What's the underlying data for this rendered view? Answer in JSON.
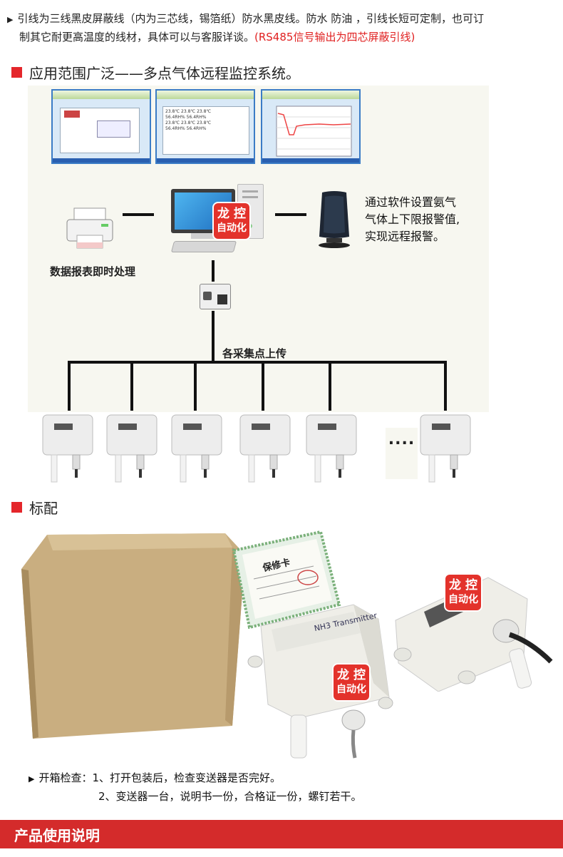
{
  "intro": {
    "line1": "引线为三线黑皮屏蔽线（内为三芯线，锡箔纸）防水黑皮线。防水 防油 ，引线长短可定制，也可订",
    "line2": "制其它耐更高温度的线材，具体可以与客服详谈。",
    "line2_note": "(RS485信号输出为四芯屏蔽引线)"
  },
  "section1": {
    "title": "应用范围广泛——多点气体远程监控系统。"
  },
  "diagram": {
    "speaker_text": [
      "通过软件设置氨气",
      "气体上下限报警值,",
      "实现远程报警。"
    ],
    "report_label": "数据报表即时处理",
    "upload_label": "各采集点上传",
    "dots": "....",
    "stamp": {
      "line1": "龙 控",
      "line2": "自动化"
    },
    "monitor_readings": {
      "temp": "23.8℃",
      "humidity": "56.4RH%"
    }
  },
  "section2": {
    "title": "标配"
  },
  "package": {
    "cert_title": "保修卡",
    "device_label": "NH3 Transmitter",
    "check_line1": "开箱检查：1、打开包装后，检查变送器是否完好。",
    "check_line2": "2、变送器一台，说明书一份，合格证一份，螺钉若干。"
  },
  "footer": {
    "title": "产品使用说明"
  },
  "colors": {
    "accent": "#e4262b",
    "footer": "#d42b2b",
    "note_red": "#e02020"
  }
}
